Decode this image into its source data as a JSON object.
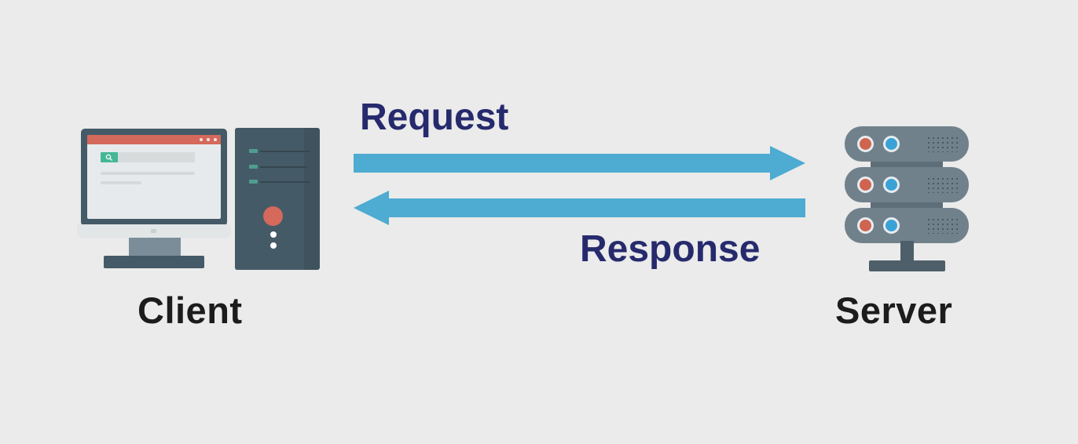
{
  "diagram": {
    "title": "Client Server Request Response",
    "background_color": "#eaebea",
    "arrow_color": "#4eabd1",
    "label_color": "#1c1c1c",
    "arrow_text_color": "#262a6d",
    "client": {
      "label": "Client",
      "monitor": {
        "bezel_color": "#455a67",
        "screen_color": "#e6eaec",
        "titlebar_color": "#d4695c",
        "window_dots": 3,
        "search_chip_color": "#45b795",
        "search_icon": "magnifier-icon",
        "content_lines": 2
      },
      "tower": {
        "case_color": "#455a67",
        "indicator_count": 3,
        "indicator_color": "#4f9d91",
        "power_button_color": "#d4695c",
        "port_dots": 2
      }
    },
    "server": {
      "label": "Server",
      "rack_units": 3,
      "unit_color": "#71818c",
      "led_red_color": "#cf6450",
      "led_blue_color": "#3ba2d6",
      "grille": "dotted-vent-pattern",
      "stand_color": "#4e5f69"
    },
    "flows": [
      {
        "id": "request",
        "label": "Request",
        "direction": "client-to-server",
        "color": "#4eabd1"
      },
      {
        "id": "response",
        "label": "Response",
        "direction": "server-to-client",
        "color": "#4eabd1"
      }
    ]
  }
}
